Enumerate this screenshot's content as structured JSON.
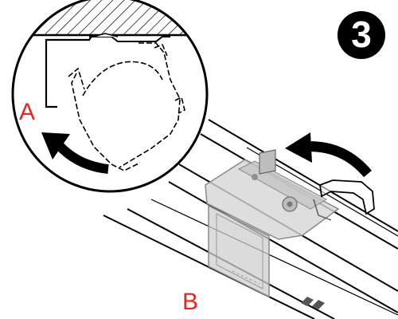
{
  "step": {
    "number": "3"
  },
  "labels": {
    "a": "A",
    "b": "B"
  },
  "colors": {
    "label": "#e8261f",
    "line": "#000000",
    "bracket_fill": "#cfcfcf",
    "bracket_stroke": "#8a8a8a"
  }
}
